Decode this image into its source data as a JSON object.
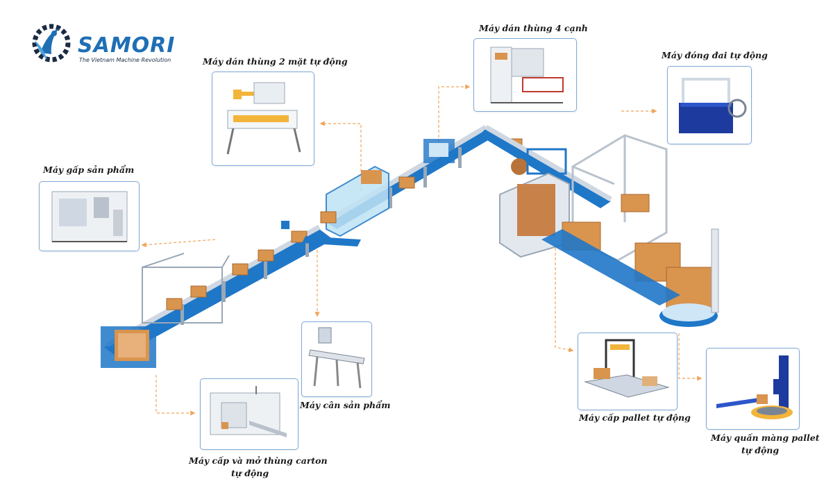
{
  "brand": {
    "name": "SAMORI",
    "tagline": "The Vietnam Machine Revolution",
    "color": "#1f6fb5"
  },
  "machines": [
    {
      "id": "folder",
      "label": "Máy gấp sản phẩm",
      "icon": "product-folding-machine-icon"
    },
    {
      "id": "sealer2",
      "label": "Máy dán thùng 2 mặt tự động",
      "icon": "two-side-carton-sealer-icon"
    },
    {
      "id": "sealer4",
      "label": "Máy dán thùng 4 cạnh",
      "icon": "four-edge-carton-sealer-icon"
    },
    {
      "id": "strapper",
      "label": "Máy đóng đai tự động",
      "icon": "automatic-strapping-machine-icon"
    },
    {
      "id": "erector",
      "label": "Máy cấp và mở thùng carton",
      "label2": "tự động",
      "icon": "carton-erector-icon"
    },
    {
      "id": "checkweigher",
      "label": "Máy cân sản phẩm",
      "icon": "checkweigher-icon"
    },
    {
      "id": "pallet",
      "label": "Máy cấp pallet tự động",
      "icon": "pallet-dispenser-icon"
    },
    {
      "id": "wrapper",
      "label": "Máy quấn màng pallet",
      "label2": "tự động",
      "icon": "pallet-wrapper-icon"
    }
  ],
  "colors": {
    "conveyor": "#1f77c8",
    "box": "#d9944e",
    "arrow": "#f0a45a",
    "card_border": "#7ea9d8"
  }
}
